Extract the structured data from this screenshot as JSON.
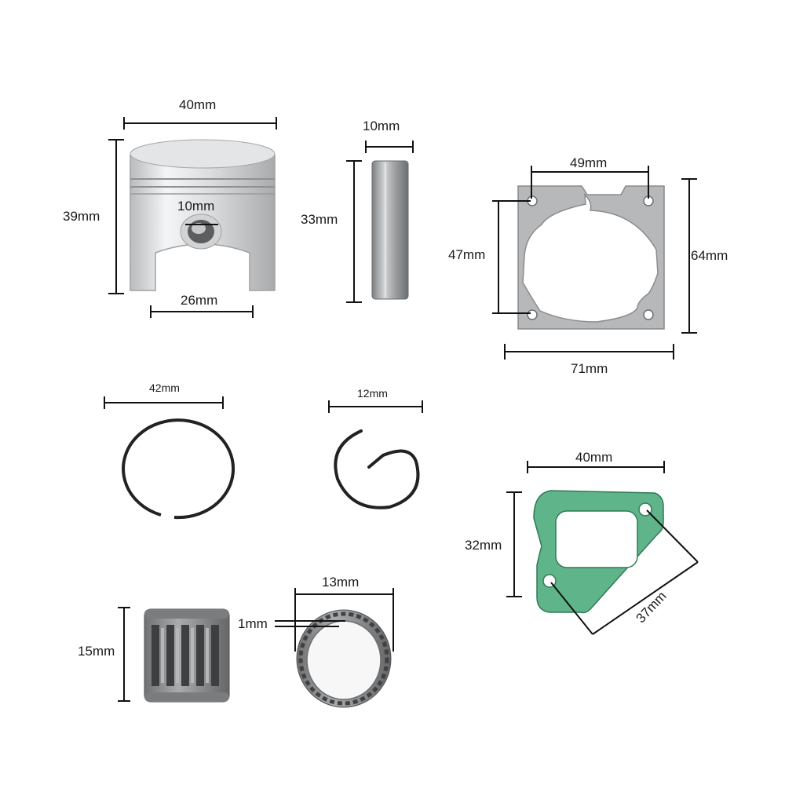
{
  "parts": {
    "piston": {
      "diameter": "40mm",
      "height": "39mm",
      "pin_bore": "10mm",
      "skirt_gap": "26mm"
    },
    "wrist_pin": {
      "diameter": "10mm",
      "length": "33mm"
    },
    "cylinder_gasket": {
      "hole_spacing_x": "49mm",
      "hole_spacing_y": "47mm",
      "height": "64mm",
      "width": "71mm"
    },
    "piston_ring": {
      "diameter": "42mm"
    },
    "circlip": {
      "diameter": "12mm"
    },
    "exhaust_gasket": {
      "width": "40mm",
      "height": "32mm",
      "hole_spacing": "37mm"
    },
    "needle_bearing": {
      "length": "15mm",
      "outer_diameter": "13mm",
      "wall": "1mm"
    }
  },
  "colors": {
    "aluminum": "#d9dadb",
    "steel": "#8a8c8e",
    "gasket_gray": "#b6b7b9",
    "gasket_green": "#5fb48a",
    "ink": "#111111"
  }
}
